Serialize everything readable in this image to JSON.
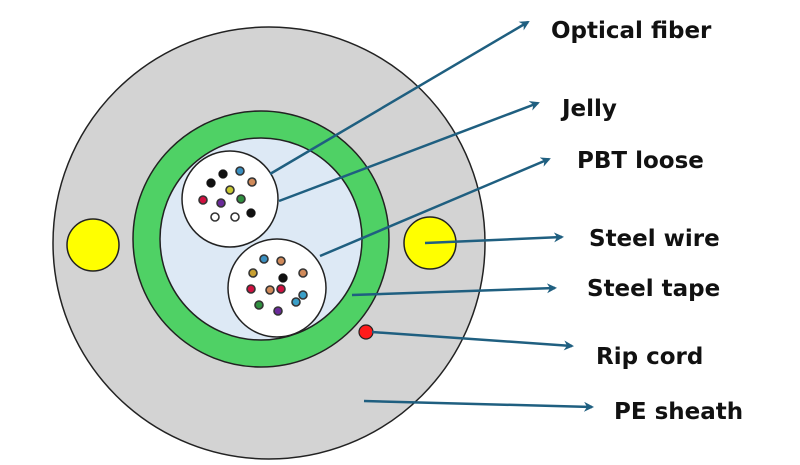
{
  "diagram": {
    "type": "cable-cross-section",
    "labels": [
      {
        "id": "optical-fiber",
        "text": "Optical fiber"
      },
      {
        "id": "jelly",
        "text": "Jelly"
      },
      {
        "id": "pbt-loose",
        "text": "PBT loose"
      },
      {
        "id": "steel-wire",
        "text": "Steel wire"
      },
      {
        "id": "steel-tape",
        "text": "Steel tape"
      },
      {
        "id": "rip-cord",
        "text": "Rip cord"
      },
      {
        "id": "pe-sheath",
        "text": "PE sheath"
      }
    ],
    "colors": {
      "sheath": "#d3d3d3",
      "steel_tape": "#4fd165",
      "jelly": "#dde9f5",
      "tube": "#ffffff",
      "steel_wire": "#ffff00",
      "rip_cord": "#ff1a1a",
      "arrow": "#1f5f80",
      "outline": "#222222"
    },
    "tube1_fibers": [
      "#111111",
      "#3a8fc0",
      "#d08a5a",
      "#111111",
      "#c8c832",
      "#d01040",
      "#6a2a9a",
      "#2f8f3f",
      "#111111",
      "#ffffff",
      "#ffffff"
    ],
    "tube2_fibers": [
      "#3a8fc0",
      "#d08a5a",
      "#c8a032",
      "#111111",
      "#d08a5a",
      "#d01040",
      "#d08a5a",
      "#d01040",
      "#3a9fc8",
      "#2f8f3f",
      "#6a2a9a",
      "#3a9fc8"
    ]
  }
}
